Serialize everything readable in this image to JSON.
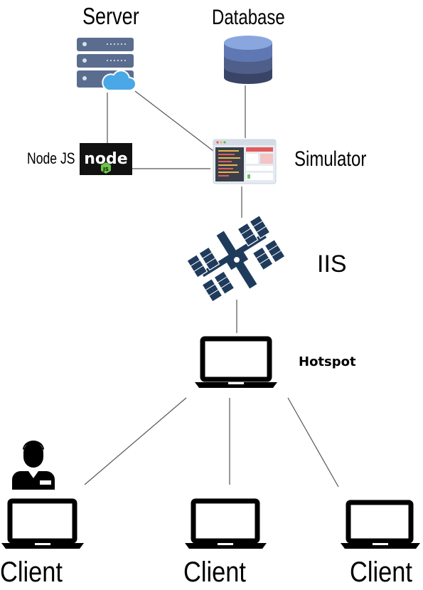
{
  "nodes": {
    "server": "Server",
    "database": "Database",
    "nodejs": "Node JS",
    "nodejs_logo_text": "node",
    "nodejs_badge": "JS",
    "simulator": "Simulator",
    "iis": "IIS",
    "hotspot": "Hotspot",
    "clients": [
      "Client",
      "Client",
      "Client"
    ]
  },
  "colors": {
    "server_body": "#5b6d8f",
    "cloud": "#4aa8e6",
    "db_top": "#7b9ad6",
    "db_mid": "#4f5f8a",
    "db_bottom": "#3a4466",
    "line": "#555555"
  },
  "icons": [
    "server-icon",
    "database-icon",
    "nodejs-logo",
    "simulator-icon",
    "satellite-icon",
    "laptop-icon",
    "user-icon"
  ]
}
